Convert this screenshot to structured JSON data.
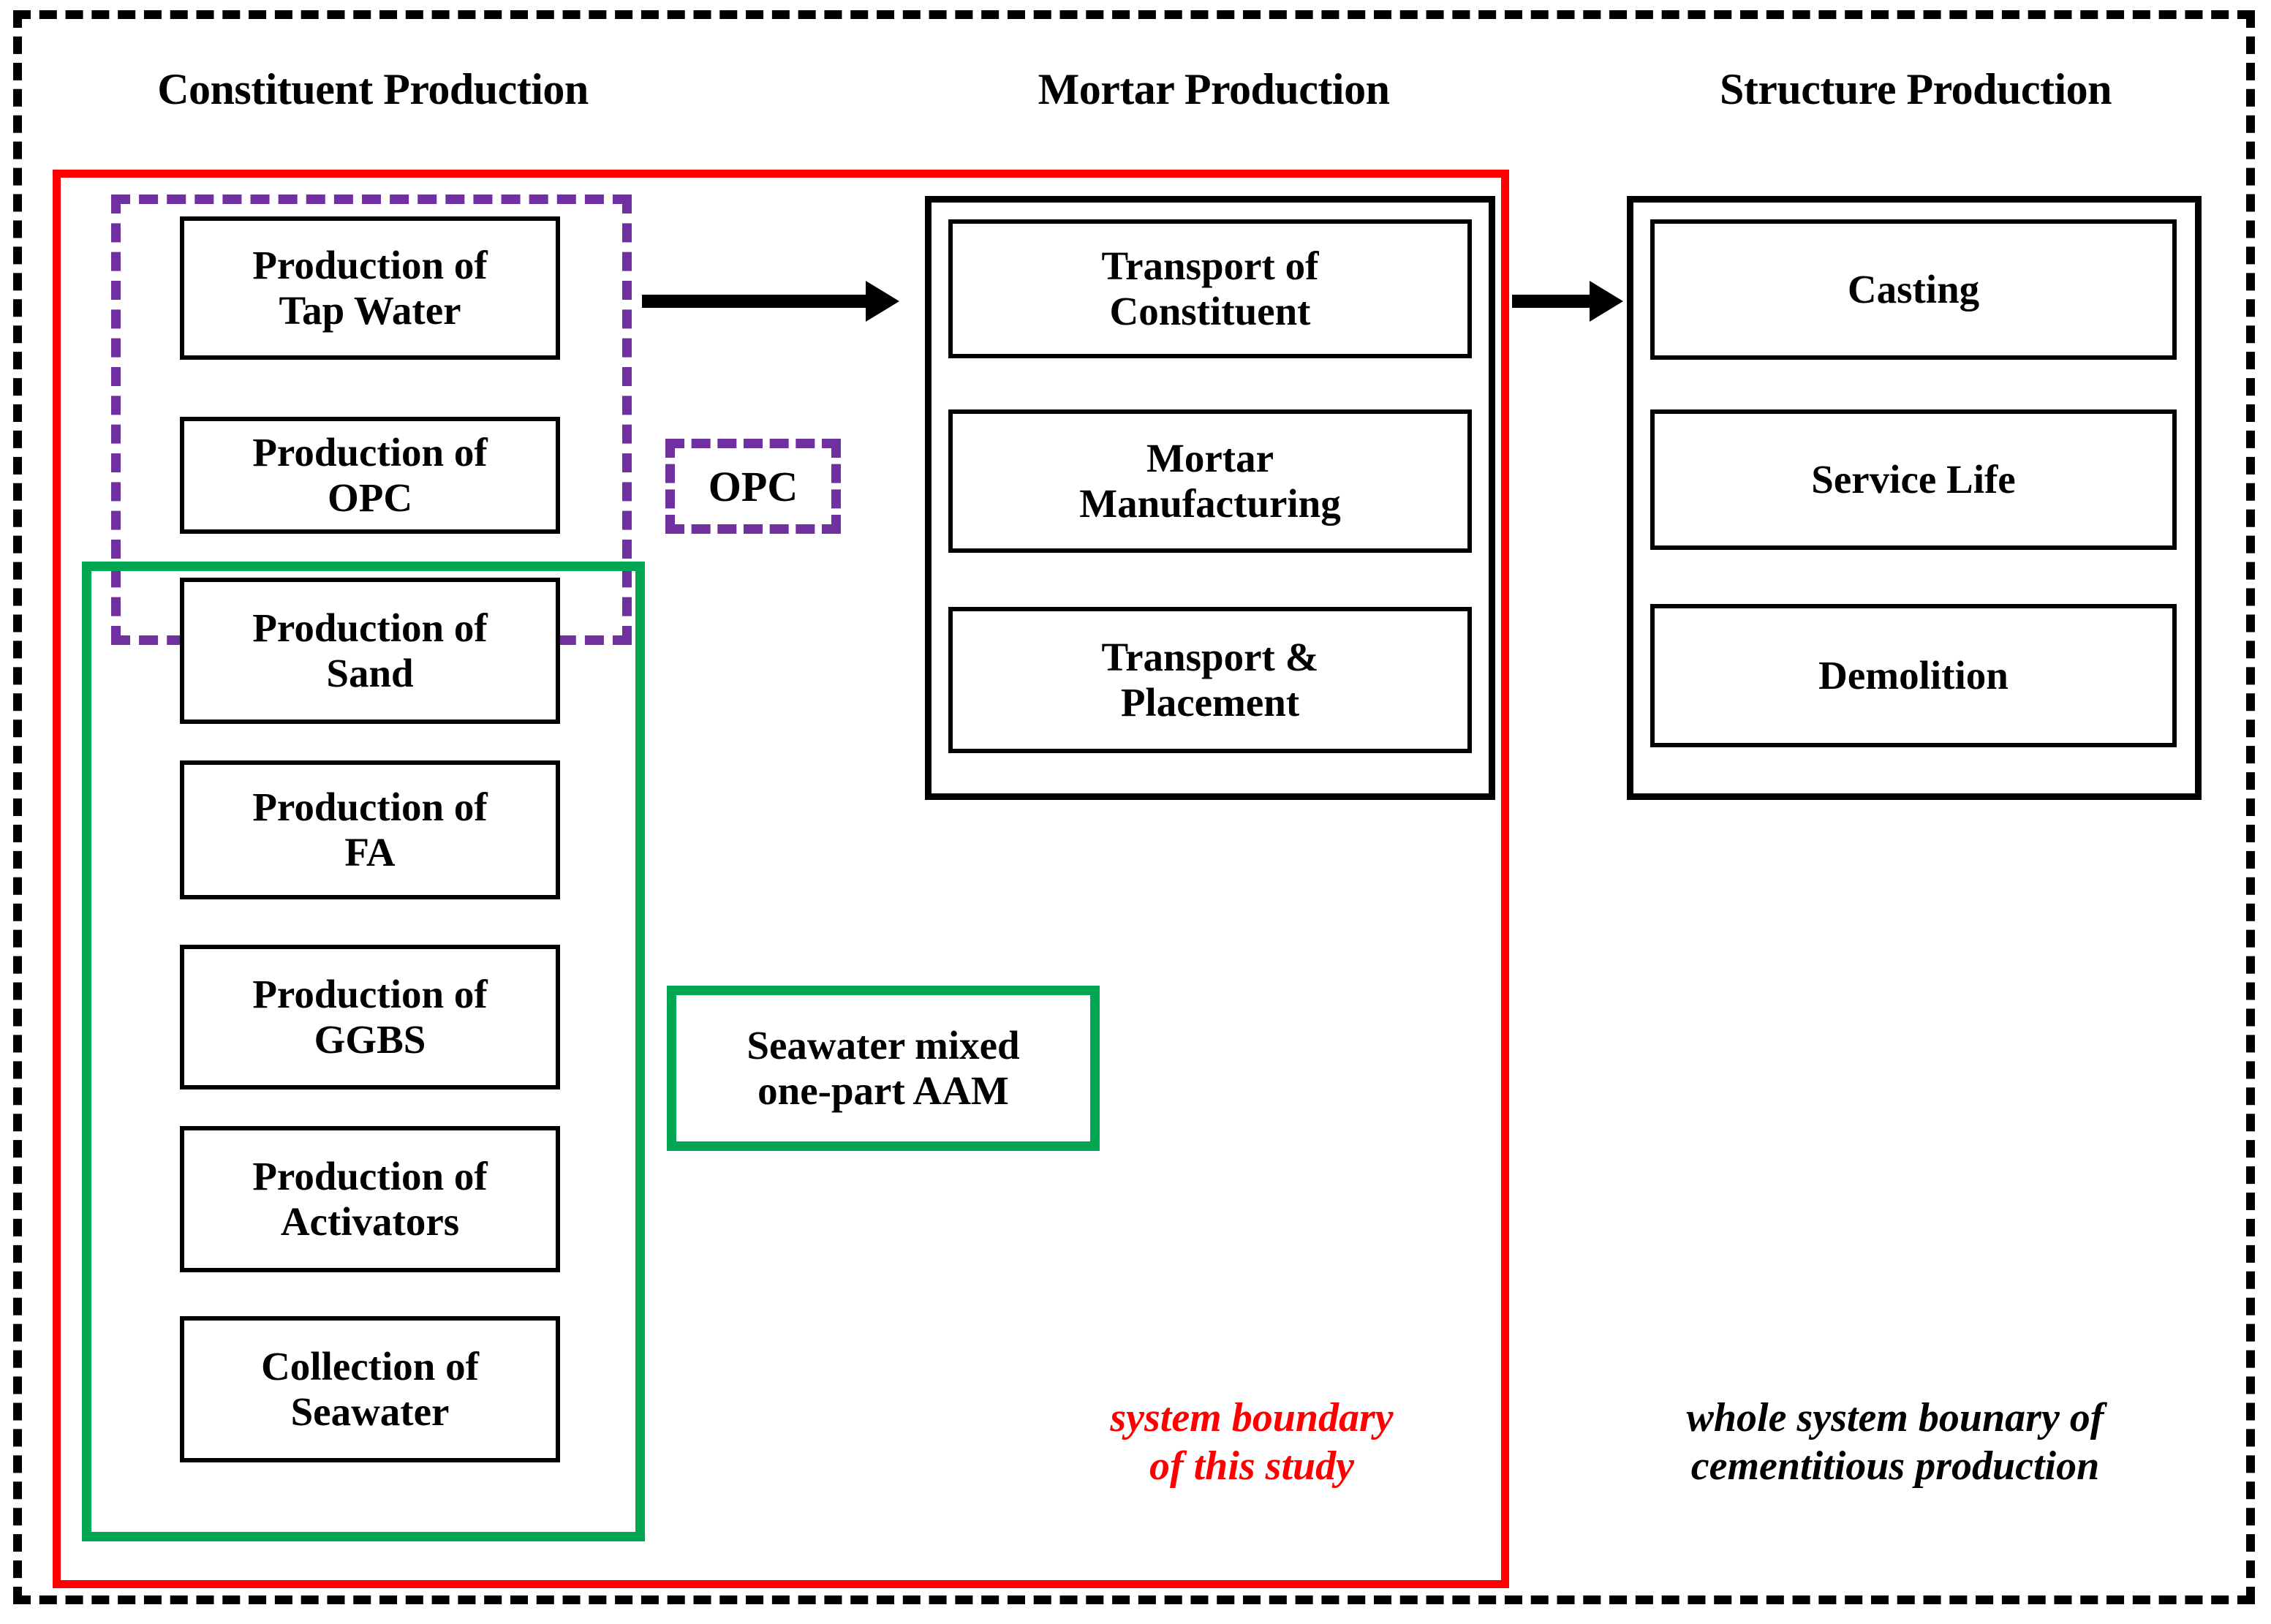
{
  "colors": {
    "black": "#000000",
    "red_system_boundary": "#ff0000",
    "purple_opc_boundary": "#7030a0",
    "green_aam_boundary": "#00a651",
    "background": "#ffffff"
  },
  "headers": {
    "constituent": "Constituent Production",
    "mortar": "Mortar Production",
    "structure": "Structure Production"
  },
  "constituent_boxes": [
    {
      "label": "Production of\nTap Water"
    },
    {
      "label": "Production of\nOPC"
    },
    {
      "label": "Production of\nSand"
    },
    {
      "label": "Production of\nFA"
    },
    {
      "label": "Production of\nGGBS"
    },
    {
      "label": "Production of\nActivators"
    },
    {
      "label": "Collection of\nSeawater"
    }
  ],
  "mortar_boxes": [
    {
      "label": "Transport of\nConstituent"
    },
    {
      "label": "Mortar\nManufacturing"
    },
    {
      "label": "Transport &\nPlacement"
    }
  ],
  "structure_boxes": [
    {
      "label": "Casting"
    },
    {
      "label": "Service Life"
    },
    {
      "label": "Demolition"
    }
  ],
  "legends": {
    "opc": "OPC",
    "aam": "Seawater mixed\none-part AAM"
  },
  "captions": {
    "system_boundary": "system boundary\nof this study",
    "whole_system": "whole system bounary of\ncementitious production"
  },
  "arrows": [
    {
      "name": "constituent-to-mortar"
    },
    {
      "name": "mortar-to-structure"
    }
  ]
}
